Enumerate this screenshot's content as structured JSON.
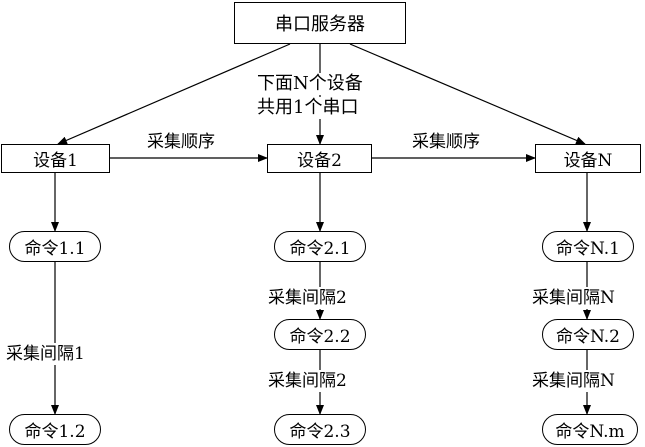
{
  "diagram": {
    "server": "串口服务器",
    "shared_note": [
      "下面N个设备",
      "共用1个串口"
    ],
    "order_label_1": "采集顺序",
    "order_label_2": "采集顺序",
    "devices": [
      "设备1",
      "设备2",
      "设备N"
    ],
    "device1": {
      "commands": [
        "命令1.1",
        "命令1.2"
      ],
      "intervals": [
        "采集间隔1"
      ]
    },
    "device2": {
      "commands": [
        "命令2.1",
        "命令2.2",
        "命令2.3"
      ],
      "intervals": [
        "采集间隔2",
        "采集间隔2"
      ]
    },
    "deviceN": {
      "commands": [
        "命令N.1",
        "命令N.2",
        "命令N.m"
      ],
      "intervals": [
        "采集间隔N",
        "采集间隔N"
      ]
    }
  }
}
